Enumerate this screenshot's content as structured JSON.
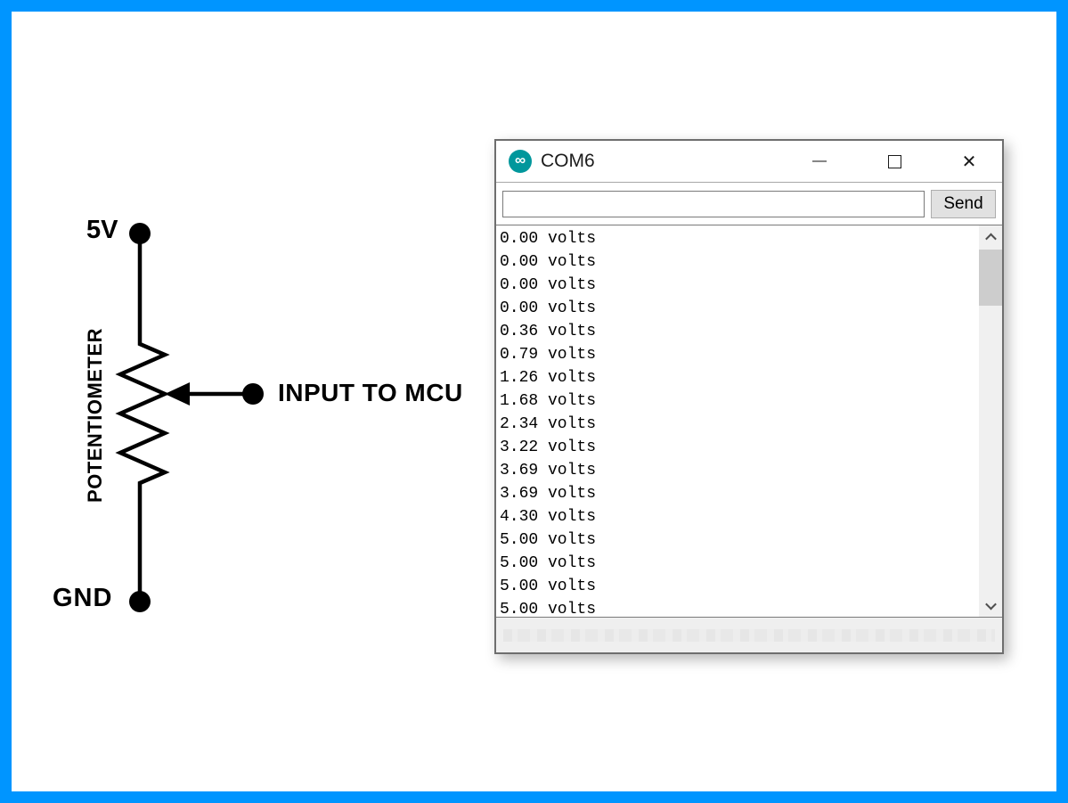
{
  "colors": {
    "frame_blue": "#0095FF",
    "arduino_teal": "#00979C",
    "wire_black": "#000000"
  },
  "schematic": {
    "top_terminal_label": "5V",
    "bottom_terminal_label": "GND",
    "component_label": "POTENTIOMETER",
    "wiper_label": "INPUT TO MCU"
  },
  "serial_monitor": {
    "window_title": "COM6",
    "app_icon_glyph": "∞",
    "window_controls": {
      "minimize_glyph": "—",
      "close_glyph": "✕"
    },
    "input": {
      "value": "",
      "placeholder": ""
    },
    "send_button_label": "Send",
    "output_lines": [
      "0.00 volts",
      "0.00 volts",
      "0.00 volts",
      "0.00 volts",
      "0.36 volts",
      "0.79 volts",
      "1.26 volts",
      "1.68 volts",
      "2.34 volts",
      "3.22 volts",
      "3.69 volts",
      "3.69 volts",
      "4.30 volts",
      "5.00 volts",
      "5.00 volts",
      "5.00 volts",
      "5.00 volts"
    ]
  }
}
